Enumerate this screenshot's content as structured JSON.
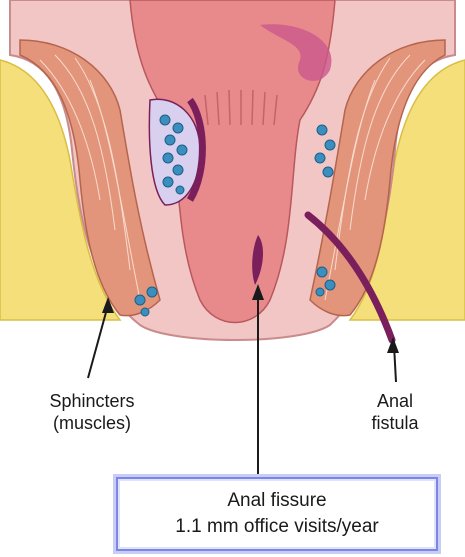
{
  "labels": {
    "sphincters_line1": "Sphincters",
    "sphincters_line2": "(muscles)",
    "fistula_line1": "Anal",
    "fistula_line2": "fistula",
    "fissure_line1": "Anal fissure",
    "fissure_line2": "1.1 mm office visits/year"
  },
  "colors": {
    "fat": "#f4df7a",
    "muscle": "#e2957a",
    "lumen": "#e88a8c",
    "lining": "#f3c6c6",
    "vessel": "#3a8fbf",
    "fistula": "#7a1f5c",
    "box_border": "#7b86e6"
  }
}
